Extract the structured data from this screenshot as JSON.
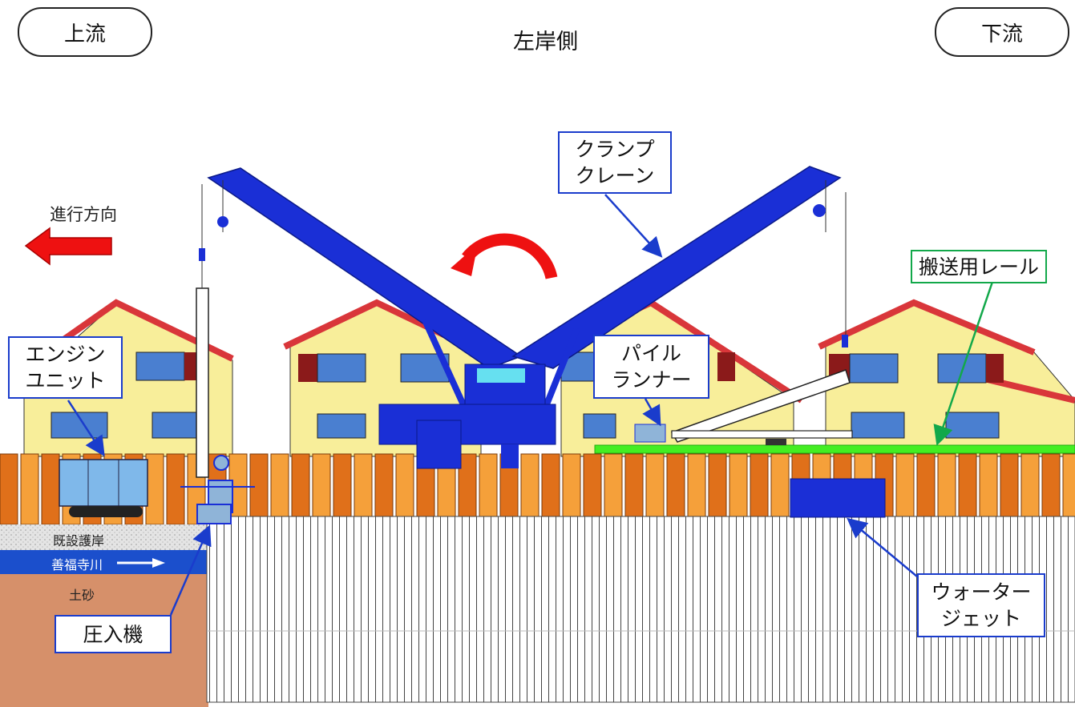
{
  "header": {
    "upstream": "上流",
    "downstream": "下流",
    "side": "左岸側"
  },
  "direction": {
    "label": "進行方向"
  },
  "labels": {
    "clamp_crane": "クランプ\nクレーン",
    "transport_rail": "搬送用レール",
    "engine_unit": "エンジン\nユニット",
    "pile_runner": "パイル\nランナー",
    "water_jet": "ウォーター\nジェット",
    "press_in_machine": "圧入機"
  },
  "ground": {
    "existing_revetment": "既設護岸",
    "river": "善福寺川",
    "soil": "土砂"
  },
  "colors": {
    "crane": "#1a2fd6",
    "fence_dark": "#e0701a",
    "fence_light": "#f5a03a",
    "house_wall": "#f8ee9a",
    "roof": "#d9363a",
    "window": "#4a7fd0",
    "rail": "#44ee22",
    "water": "#1b4fcc",
    "soil": "#d6906a",
    "arrow": "#ee1111"
  }
}
